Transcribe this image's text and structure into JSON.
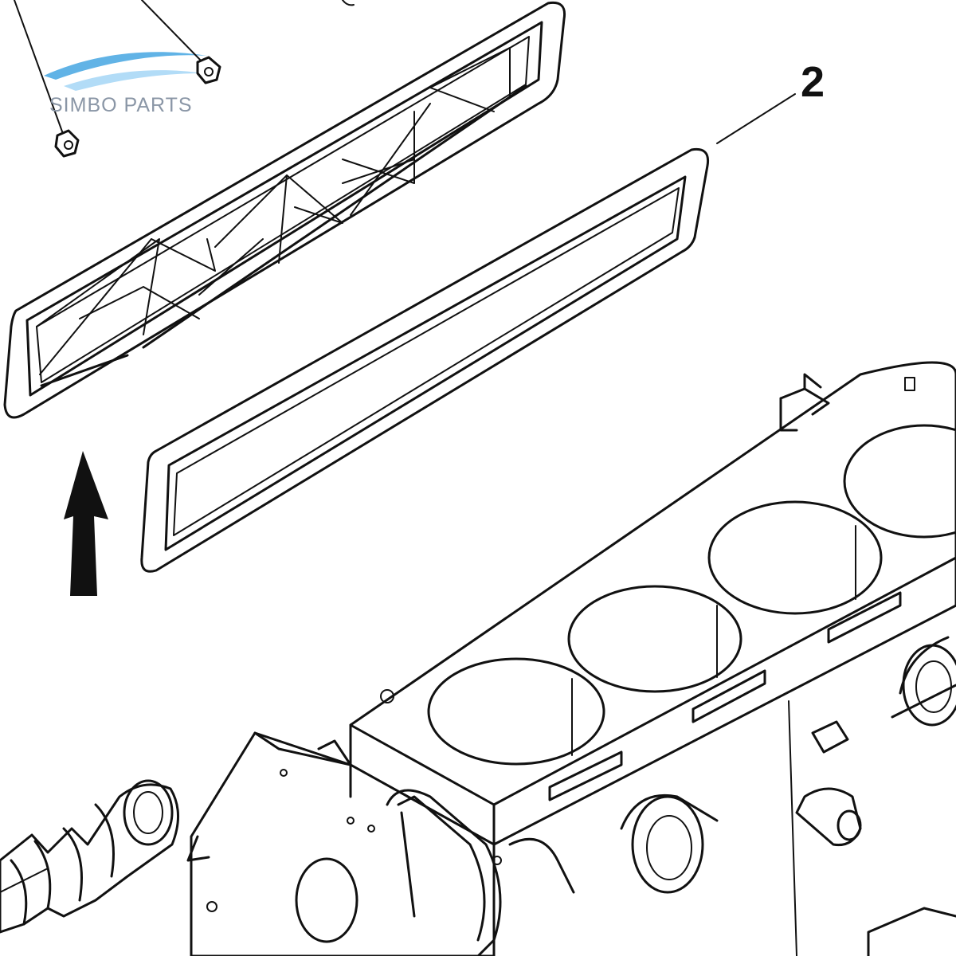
{
  "watermark": {
    "text": "SIMBO PARTS",
    "swoosh_colors": [
      "#3aa0e0",
      "#9fd3f5"
    ]
  },
  "callouts": [
    {
      "label": "2"
    }
  ],
  "arrow": {
    "direction": "up",
    "icon": "upward-arrow-icon"
  },
  "colors": {
    "line": "#111111",
    "background": "#ffffff"
  }
}
